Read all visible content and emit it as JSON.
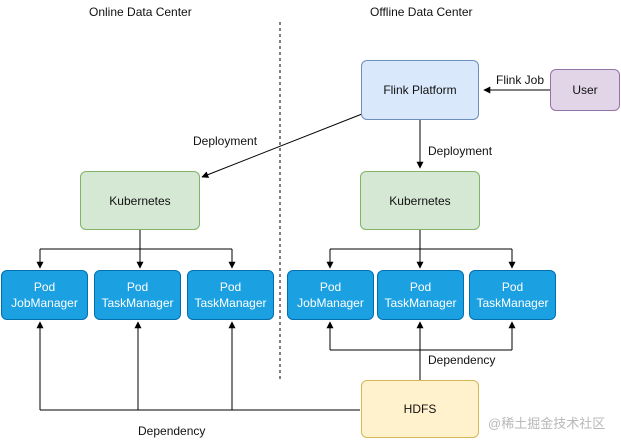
{
  "zones": {
    "online": "Online Data Center",
    "offline": "Offline Data Center"
  },
  "nodes": {
    "flink": "Flink Platform",
    "user": "User",
    "k8s_online": "Kubernetes",
    "k8s_offline": "Kubernetes",
    "hdfs": "HDFS",
    "pods": [
      {
        "line1": "Pod",
        "line2": "JobManager"
      },
      {
        "line1": "Pod",
        "line2": "TaskManager"
      },
      {
        "line1": "Pod",
        "line2": "TaskManager"
      },
      {
        "line1": "Pod",
        "line2": "JobManager"
      },
      {
        "line1": "Pod",
        "line2": "TaskManager"
      },
      {
        "line1": "Pod",
        "line2": "TaskManager"
      }
    ]
  },
  "edges": {
    "flink_job": "Flink Job",
    "deployment_online": "Deployment",
    "deployment_offline": "Deployment",
    "dependency_offline": "Dependency",
    "dependency_online": "Dependency"
  },
  "watermark": "@稀土掘金技术社区",
  "colors": {
    "pod_fill": "#1ba1e2",
    "kubernetes_fill": "#d5e8d4",
    "flink_fill": "#dae8fc",
    "user_fill": "#e1d5e7",
    "hdfs_fill": "#fff2cc"
  }
}
